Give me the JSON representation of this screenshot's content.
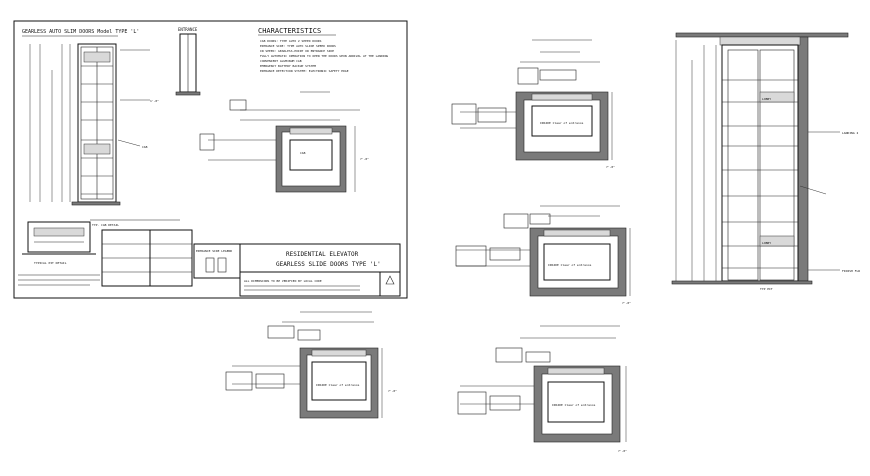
{
  "sheet": {
    "header_title": "GEARLESS AUTO SLIM DOORS Model TYPE 'L'",
    "entrance_label": "ENTRANCE",
    "characteristics_title": "CHARACTERISTICS",
    "characteristics": [
      "CAB DOORS: TYPE AUTO 2 SPEED DOORS",
      "ENTRANCE SIDE: TYPE AUTO SLIDE SPEED DOORS",
      "IN SPEED: GEARLESS-POINT OR ENTRANCE SIDE",
      "FULLY AUTOMATIC OPERATION TO OPEN THE DOORS UPON ARRIVAL AT THE LANDING",
      "CONVENIENT ALUMINUM CAB",
      "EMERGENCY BATTERY BACKUP SYSTEM",
      "ENTRANCE DETECTION SYSTEM: ELECTRONIC SAFETY EDGE"
    ],
    "title_block": {
      "line1": "RESIDENTIAL ELEVATOR",
      "line2": "GEARLESS SLIDE DOORS TYPE 'L'"
    },
    "pit_note": "TYPICAL PIT DETAIL",
    "entrance_side_legend": "ENTRANCE SIDE LEGEND",
    "note_block": "ALL DIMENSIONS TO BE VERIFIED BY LOCAL CODE"
  },
  "labels": {
    "lobby": "LOBBY",
    "landing": "LANDING 2",
    "cab_clear": "INSIDE Clear of entrance",
    "typ_pit": "TYP PIT",
    "finish_floor": "FINISH FLR"
  },
  "colors": {
    "line": "#111111",
    "wall": "#7a7a7a",
    "hatch": "#d9d9d9",
    "background": "#ffffff"
  }
}
